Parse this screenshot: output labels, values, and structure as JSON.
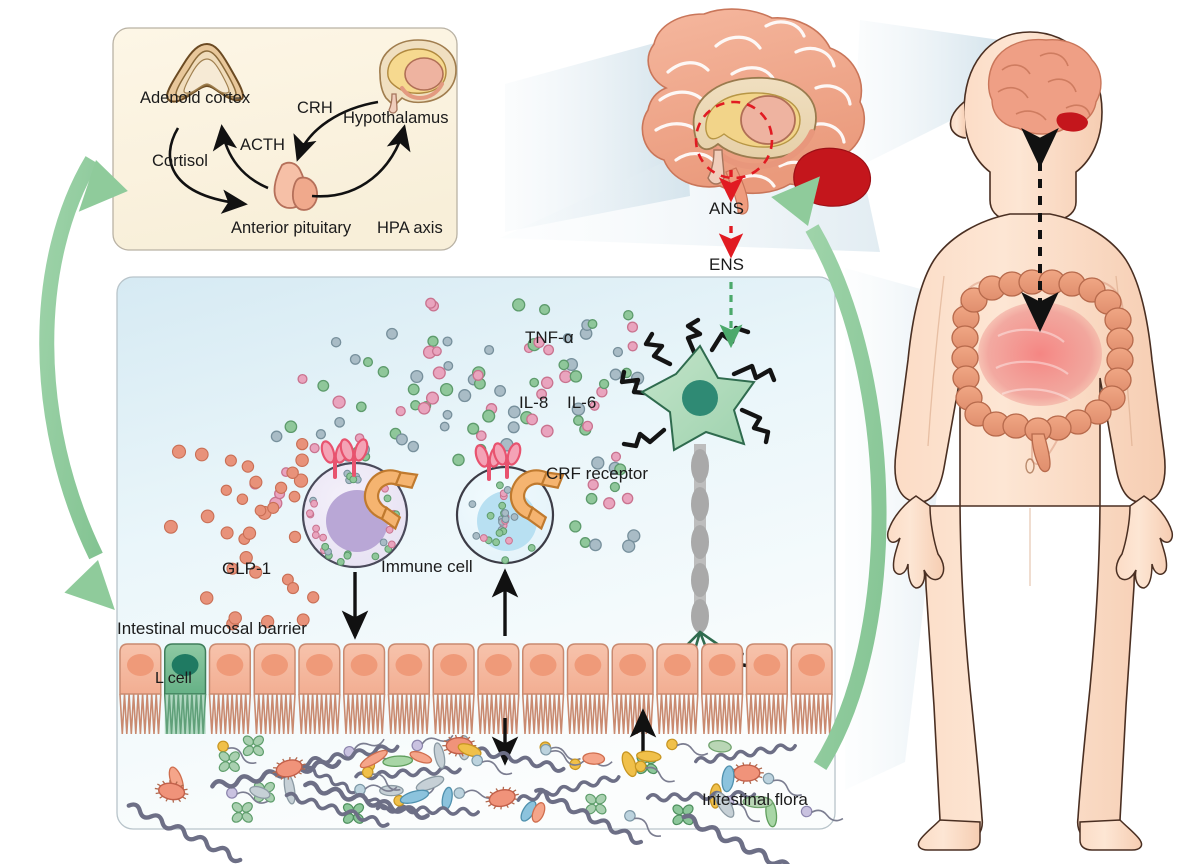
{
  "figure": {
    "title": "Gut-brain axis: stress, HPA axis, intestinal barrier, immune signalling and intestinal flora",
    "type": "biomedical-schematic"
  },
  "hpa_panel": {
    "axis_label": "HPA axis",
    "organs": [
      {
        "id": "adrenal",
        "label": "Adenoid cortex",
        "color": "#c79a63"
      },
      {
        "id": "hypothalamus",
        "label": "Hypothalamus",
        "color": "#ead9b8"
      },
      {
        "id": "pituitary",
        "label": "Anterior pituitary",
        "color": "#f3b79b"
      }
    ],
    "hormones": [
      {
        "id": "crh",
        "label": "CRH",
        "from": "hypothalamus",
        "to": "pituitary"
      },
      {
        "id": "acth",
        "label": "ACTH",
        "from": "pituitary",
        "to": "adrenal"
      },
      {
        "id": "cortisol",
        "label": "Cortisol",
        "from": "adrenal",
        "to": "pituitary"
      }
    ],
    "panel_color": "#fbf3e0"
  },
  "gut_panel": {
    "panel_color": "#e2f0f5",
    "labels": {
      "tnf": "TNF-α",
      "il8": "IL-8",
      "il6": "IL-6",
      "crf": "CRF receptor",
      "immune": "Immune cell",
      "glp1": "GLP-1",
      "barrier": "Intestinal mucosal barrier",
      "lcell": "L cell",
      "flora": "Intestinal flora"
    },
    "cytokine_colors": [
      "#e9a4be",
      "#8fc79a",
      "#a9bcc6"
    ],
    "glp1_color": "#e8927a",
    "neuron_color": "#a9d9b4",
    "neuron_nucleus_color": "#2f8a74",
    "epithelium_color": "#f4b49b",
    "lcell_color": "#7bbd94",
    "immune_cells": [
      {
        "id": "immune-cell-left",
        "nucleus_color": "#b9a7d6"
      },
      {
        "id": "immune-cell-right",
        "nucleus_color": "#b8e0f2"
      }
    ]
  },
  "nerve_pathway": {
    "ans_label": "ANS",
    "ens_label": "ENS",
    "ans_arrow_color": "#e11b22",
    "ens_arrow_color": "#4ca96b"
  },
  "body_figure": {
    "skin_color": "#fbdcc6",
    "brain_color": "#ef9f85",
    "intestine_color": "#eb9d7f",
    "arrow_label": "",
    "arrow_color": "#111111"
  },
  "connectors": {
    "green_arrow_color": "#8fcb9b",
    "cone_color": "#dde7ee"
  }
}
